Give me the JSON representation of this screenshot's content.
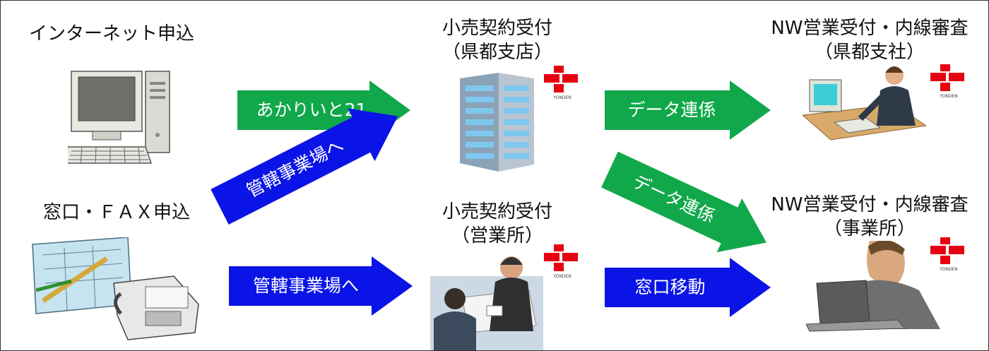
{
  "colors": {
    "green": "#10a84a",
    "blue": "#0a14e6",
    "logo_red": "#e60012"
  },
  "sources": {
    "internet": {
      "label": "インターネット申込",
      "icon": "desktop-computer-icon"
    },
    "counter": {
      "label": "窓口・ＦＡＸ申込",
      "icon": "fax-documents-icon"
    }
  },
  "arrows": {
    "internet_to_branch": "あかりいと21",
    "counter_diag": "管轄事業場へ",
    "counter_to_office": "管轄事業場へ",
    "branch_to_nw_branch": "データ連係",
    "branch_to_nw_office": "データ連係",
    "office_to_nw_office": "窓口移動"
  },
  "nodes": {
    "retail_branch": {
      "line1": "小売契約受付",
      "line2": "（県都支店）",
      "icon": "office-building-icon"
    },
    "retail_office": {
      "line1": "小売契約受付",
      "line2": "（営業所）",
      "icon": "meeting-people-icon"
    },
    "nw_branch": {
      "line1": "NW営業受付・内線審査",
      "line2": "（県都支社）",
      "icon": "desk-worker-icon"
    },
    "nw_office": {
      "line1": "NW営業受付・内線審査",
      "line2": "（事業所）",
      "icon": "laptop-worker-icon"
    }
  },
  "logo": {
    "caption": "YONDEN",
    "icon": "company-logo-icon"
  }
}
